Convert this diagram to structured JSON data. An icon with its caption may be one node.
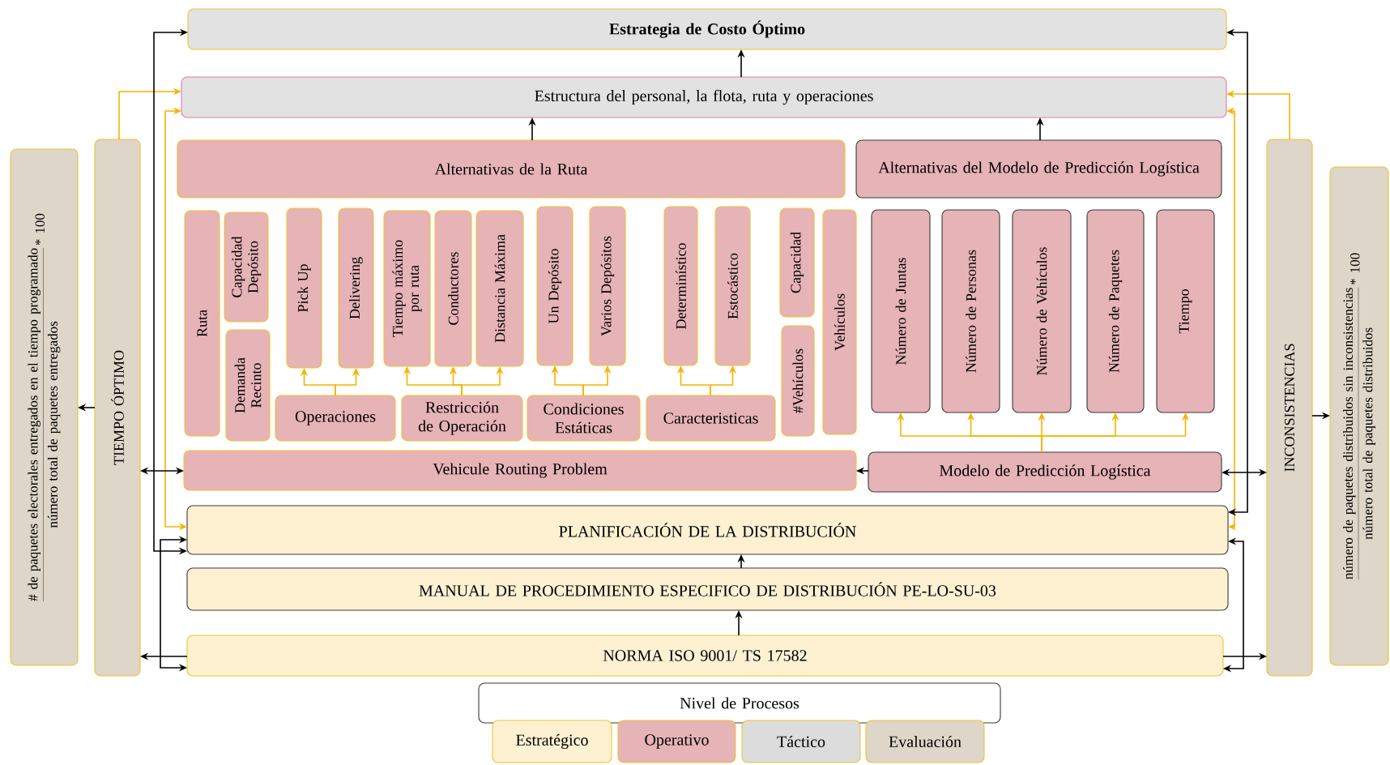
{
  "diagram": {
    "nodes": [
      {
        "text": [
          "Estrategia de Costo Óptimo"
        ]
      },
      {
        "text": [
          "Estructura del personal, la flota, ruta y operaciones"
        ]
      },
      {
        "text": [
          "Alternativas de la Ruta"
        ]
      },
      {
        "text": [
          "Alternativas del Modelo de Predicción Logística"
        ]
      },
      {
        "text": [
          "Ruta"
        ]
      },
      {
        "text": [
          "Capacidad Depósito"
        ]
      },
      {
        "text": [
          "Demanda Recinto"
        ]
      },
      {
        "text": [
          "Pick Up"
        ]
      },
      {
        "text": [
          "Delivering"
        ]
      },
      {
        "text": [
          "Tiempo máximo por ruta"
        ]
      },
      {
        "text": [
          "Conductores"
        ]
      },
      {
        "text": [
          "Distancia Máxima"
        ]
      },
      {
        "text": [
          "Un Depósito"
        ]
      },
      {
        "text": [
          "Varios Depósitos"
        ]
      },
      {
        "text": [
          "Determinístico"
        ]
      },
      {
        "text": [
          "Estocástico"
        ]
      },
      {
        "text": [
          "Capacidad"
        ]
      },
      {
        "text": [
          "#Vehículos"
        ]
      },
      {
        "text": [
          "Vehículos"
        ]
      },
      {
        "text": [
          "Operaciones"
        ]
      },
      {
        "text": [
          "Restricción de Operación"
        ]
      },
      {
        "text": [
          "Condiciones Estáticas"
        ]
      },
      {
        "text": [
          "Caracteristicas"
        ]
      },
      {
        "text": [
          "Número de Juntas"
        ]
      },
      {
        "text": [
          "Número de Personas"
        ]
      },
      {
        "text": [
          "Número de Vehículos"
        ]
      },
      {
        "text": [
          "Número de Paquetes"
        ]
      },
      {
        "text": [
          "Tiempo"
        ]
      },
      {
        "text": [
          "Vehicule Routing Problem"
        ]
      },
      {
        "text": [
          "Modelo de Predicción Logística"
        ]
      },
      {
        "text": [
          "PLANIFICACIÓN DE LA DISTRIBUCIÓN"
        ]
      },
      {
        "text": [
          "MANUAL DE PROCEDIMIENTO ESPECIFICO DE DISTRIBUCIÓN PE-LO-SU-03"
        ]
      },
      {
        "text": [
          "NORMA ISO 9001/ TS 17582"
        ]
      },
      {
        "text": [
          "TIEMPO ÓPTIMO"
        ]
      },
      {
        "text": [
          "# de paquetes electorales entregados en el tiempo programado",
          "número total de paquetes entregados",
          "* 100"
        ]
      },
      {
        "text": [
          "INCONSISTENCIAS"
        ]
      },
      {
        "text": [
          "número de paquetes distribuidos sin inconsistencias",
          "número total de paquetes distribuidos",
          "* 100"
        ]
      },
      {
        "text": [
          "Nivel de Procesos"
        ]
      }
    ],
    "edges": [
      {
        "from": 1,
        "to": 0,
        "arrow": "to",
        "color": "#000000"
      },
      {
        "from": 2,
        "to": 1,
        "arrow": "to",
        "color": "#000000"
      },
      {
        "from": 3,
        "to": 1,
        "arrow": "to",
        "color": "#000000"
      },
      {
        "from": 31,
        "to": 30,
        "arrow": "to",
        "color": "#000000"
      },
      {
        "from": 32,
        "to": 31,
        "arrow": "to",
        "color": "#000000"
      },
      {
        "from": 19,
        "to": 7,
        "arrow": "to"
      },
      {
        "from": 19,
        "to": 8,
        "arrow": "to"
      },
      {
        "from": 20,
        "to": 9,
        "arrow": "to"
      },
      {
        "from": 20,
        "to": 10,
        "arrow": "to"
      },
      {
        "from": 20,
        "to": 11,
        "arrow": "to"
      },
      {
        "from": 21,
        "to": 12,
        "arrow": "to"
      },
      {
        "from": 21,
        "to": 13,
        "arrow": "to"
      },
      {
        "from": 22,
        "to": 14,
        "arrow": "to"
      },
      {
        "from": 22,
        "to": 15,
        "arrow": "to"
      },
      {
        "from": 29,
        "to": 23,
        "arrow": "to"
      },
      {
        "from": 29,
        "to": 24,
        "arrow": "to"
      },
      {
        "from": 29,
        "to": 25,
        "arrow": "to"
      },
      {
        "from": 29,
        "to": 26,
        "arrow": "to"
      },
      {
        "from": 29,
        "to": 27,
        "arrow": "to"
      },
      {
        "from": 33,
        "to": 34,
        "arrow": "to",
        "color": "#000000"
      },
      {
        "from": 35,
        "to": 36,
        "arrow": "to",
        "color": "#000000"
      },
      {
        "from": 33,
        "to": 1,
        "arrow": "to"
      },
      {
        "from": 35,
        "to": 1,
        "arrow": "to"
      },
      {
        "from": 1,
        "to": 30,
        "arrow": "both"
      },
      {
        "from": 1,
        "to": 30,
        "arrow": "both"
      },
      {
        "from": 0,
        "to": 30,
        "arrow": "both",
        "color": "#000000"
      },
      {
        "from": 32,
        "to": 30,
        "arrow": "both",
        "color": "#000000"
      },
      {
        "from": 32,
        "to": 33,
        "arrow": "to",
        "color": "#000000"
      },
      {
        "from": 33,
        "to": 28,
        "arrow": "both",
        "color": "#000000"
      },
      {
        "from": 0,
        "to": 30,
        "arrow": "both",
        "color": "#000000"
      },
      {
        "from": 32,
        "to": 30,
        "arrow": "both",
        "color": "#000000"
      },
      {
        "from": 32,
        "to": 35,
        "arrow": "to",
        "color": "#000000"
      },
      {
        "from": 29,
        "to": 35,
        "arrow": "both",
        "color": "#000000"
      },
      {
        "from": 29,
        "to": 28,
        "arrow": "to",
        "color": "#000000"
      }
    ],
    "legend": [
      {
        "text": "Estratégico",
        "color": "#fdf1d2"
      },
      {
        "text": "Operativo",
        "color": "#e6b3b7"
      },
      {
        "text": "Táctico",
        "color": "#dcdcdc"
      },
      {
        "text": "Evaluación",
        "color": "#ddd6c9"
      }
    ]
  }
}
